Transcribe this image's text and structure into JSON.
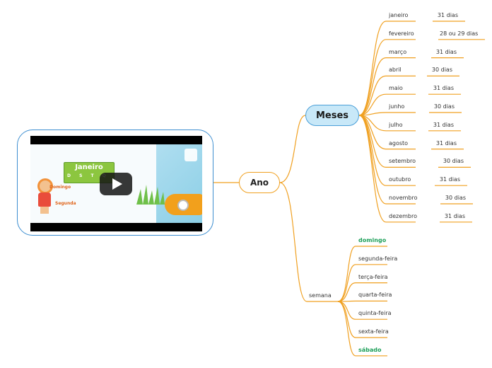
{
  "root": {
    "label": "Ano"
  },
  "months_branch": {
    "label": "Meses"
  },
  "months": [
    {
      "name": "janeiro",
      "days": "31 dias"
    },
    {
      "name": "fevereiro",
      "days": "28 ou 29 dias"
    },
    {
      "name": "março",
      "days": "31 dias"
    },
    {
      "name": "abril",
      "days": "30 dias"
    },
    {
      "name": "maio",
      "days": "31 dias"
    },
    {
      "name": "junho",
      "days": "30 dias"
    },
    {
      "name": "julho",
      "days": "31 dias"
    },
    {
      "name": "agosto",
      "days": "31 dias"
    },
    {
      "name": "setembro",
      "days": "30 dias"
    },
    {
      "name": "outubro",
      "days": "31 dias"
    },
    {
      "name": "novembro",
      "days": "30 dias"
    },
    {
      "name": "dezembro",
      "days": "31 dias"
    }
  ],
  "week_branch": {
    "label": "semana"
  },
  "weekdays": [
    "domingo",
    "segunda-feira",
    "terça-feira",
    "quarta-feira",
    "quinta-feira",
    "sexta-feira",
    "sábado"
  ],
  "video": {
    "month_title": "Janeiro",
    "week_letters": "D S T Q",
    "label_domingo": "Domingo",
    "label_segunda": "Segunda"
  },
  "colors": {
    "branch": "#f0a020",
    "meses_fill": "#c8e8f8",
    "meses_border": "#4a9fd8",
    "weekend_text": "#1ea05a",
    "video_border": "#3d8ed0"
  }
}
